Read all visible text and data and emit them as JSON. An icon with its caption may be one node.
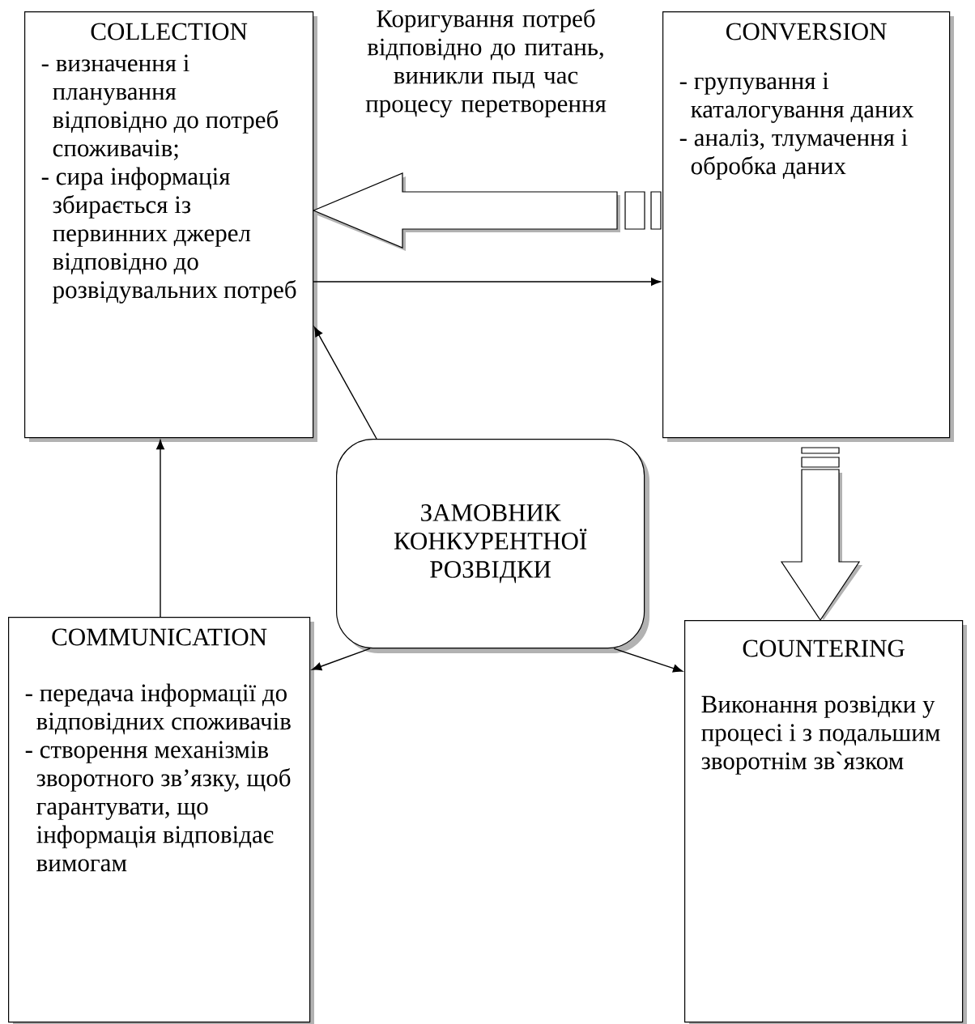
{
  "diagram": {
    "nodes": [
      {
        "text": [
          "COLLECTION",
          "- визначення і планування відповідно до потреб споживачів;",
          "- сира інформація збирається із первинних джерел відповідно до розвідувальних потреб"
        ]
      },
      {
        "text": [
          "CONVERSION",
          "- групування і каталогування даних",
          "- аналіз, тлумачення і обробка даних"
        ]
      },
      {
        "text": [
          "ЗАМОВНИК КОНКУРЕНТНОЇ РОЗВІДКИ"
        ]
      },
      {
        "text": [
          "COMMUNICATION",
          "- передача інформації до відповідних споживачів",
          "- створення механізмів зворотного зв’язку, щоб гарантувати, що інформація відповідає вимогам"
        ]
      },
      {
        "text": [
          "COUNTERING",
          "Виконання розвідки у процесі і з подальшим зворотнім зв`язком"
        ]
      }
    ],
    "edges": [
      {
        "from": 1,
        "to": 0,
        "arrow": "to",
        "style": "thick",
        "label": "Коригування потреб відповідно до питань, виникли пыд час процесу перетворення"
      },
      {
        "from": 0,
        "to": 1,
        "arrow": "to"
      },
      {
        "from": 1,
        "to": 4,
        "arrow": "to",
        "style": "thick"
      },
      {
        "from": 2,
        "to": 0,
        "arrow": "to"
      },
      {
        "from": 3,
        "to": 0,
        "arrow": "to"
      },
      {
        "from": 2,
        "to": 3,
        "arrow": "to"
      },
      {
        "from": 2,
        "to": 4,
        "arrow": "to"
      }
    ]
  }
}
